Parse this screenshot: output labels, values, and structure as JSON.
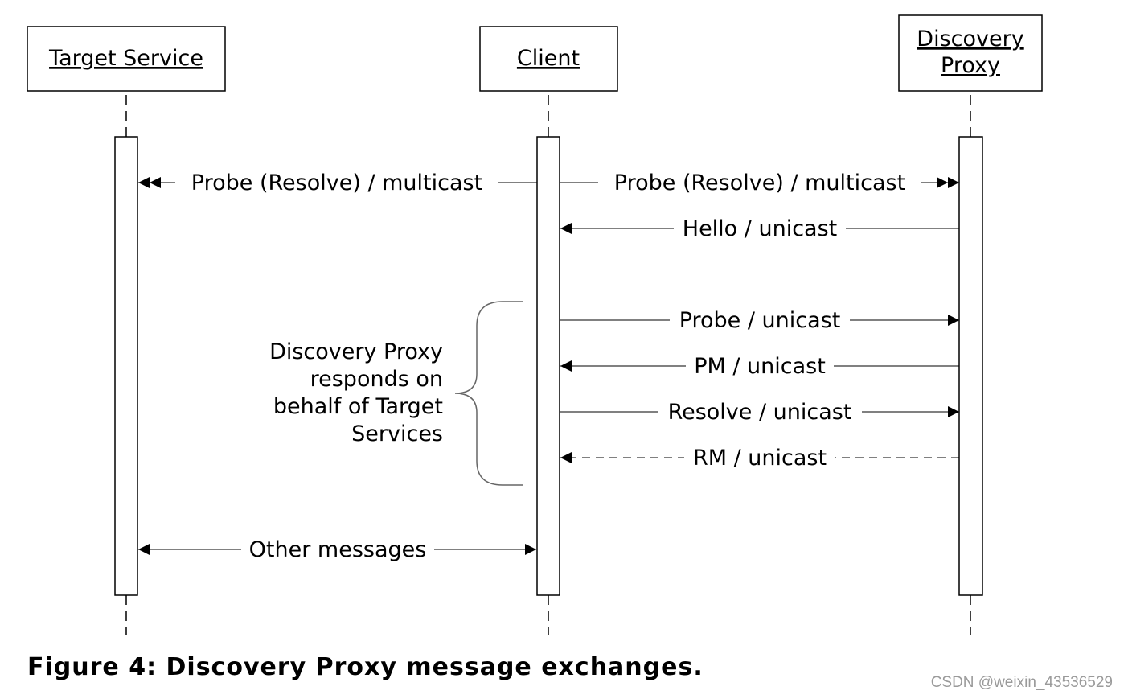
{
  "participants": [
    {
      "id": "target",
      "lines": [
        "Target Service"
      ]
    },
    {
      "id": "client",
      "lines": [
        "Client"
      ]
    },
    {
      "id": "proxy",
      "lines": [
        "Discovery",
        "Proxy"
      ]
    }
  ],
  "messages": [
    {
      "id": "probe-resolve-multicast-left",
      "label": "Probe (Resolve) / multicast",
      "from": "client",
      "to": "target",
      "style": "solid",
      "head": "double"
    },
    {
      "id": "probe-resolve-multicast-right",
      "label": "Probe (Resolve) / multicast",
      "from": "client",
      "to": "proxy",
      "style": "solid",
      "head": "double"
    },
    {
      "id": "hello-unicast",
      "label": "Hello / unicast",
      "from": "proxy",
      "to": "client",
      "style": "solid",
      "head": "single"
    },
    {
      "id": "probe-unicast",
      "label": "Probe / unicast",
      "from": "client",
      "to": "proxy",
      "style": "solid",
      "head": "single"
    },
    {
      "id": "pm-unicast",
      "label": "PM / unicast",
      "from": "proxy",
      "to": "client",
      "style": "solid",
      "head": "single"
    },
    {
      "id": "resolve-unicast",
      "label": "Resolve / unicast",
      "from": "client",
      "to": "proxy",
      "style": "solid",
      "head": "single"
    },
    {
      "id": "rm-unicast",
      "label": "RM / unicast",
      "from": "proxy",
      "to": "client",
      "style": "dashed",
      "head": "single"
    },
    {
      "id": "other-messages",
      "label": "Other messages",
      "from": "target",
      "to": "client",
      "style": "solid",
      "head": "both"
    }
  ],
  "note": {
    "lines": [
      "Discovery Proxy",
      "responds on",
      "behalf of Target",
      "Services"
    ]
  },
  "caption": "Figure 4: Discovery Proxy message exchanges.",
  "watermark": "CSDN @weixin_43536529"
}
